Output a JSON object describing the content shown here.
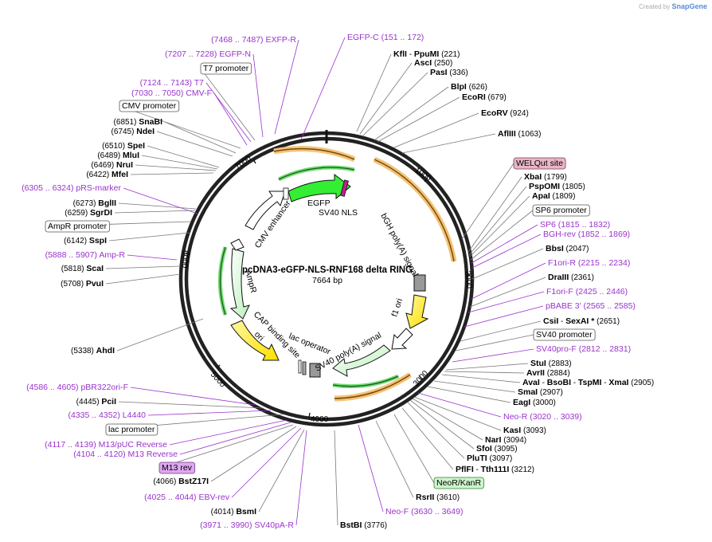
{
  "credit": {
    "prefix": "Created by",
    "brand": "SnapGene"
  },
  "plasmid": {
    "name": "pcDNA3-eGFP-NLS-RNF168 delta RING",
    "length": 7664,
    "length_label": "7664 bp"
  },
  "ticks": [
    "1000",
    "2000",
    "3000",
    "4000",
    "5000",
    "6000",
    "7000"
  ],
  "features": [
    {
      "name": "EGFP",
      "color": "#33ee33"
    },
    {
      "name": "SV40 NLS",
      "color": "#bb2288"
    },
    {
      "name": "bGH poly(A) signal",
      "color": "#999999"
    },
    {
      "name": "f1 ori",
      "color": "#ffee00"
    },
    {
      "name": "SV40 poly(A) signal",
      "color": "#ffffff"
    },
    {
      "name": "NeoR/KanR",
      "color": "#ccffcc"
    },
    {
      "name": "lac operator",
      "color": "#aaaaaa"
    },
    {
      "name": "CAP binding site",
      "color": "#ffffff"
    },
    {
      "name": "ori",
      "color": "#ffee00"
    },
    {
      "name": "AmpR",
      "color": "#ccffcc"
    },
    {
      "name": "CMV enhancer",
      "color": "#ffffff"
    }
  ],
  "labels": [
    {
      "type": "primer",
      "name": "EXFP-R",
      "range": "(7468 .. 7487)"
    },
    {
      "type": "primer",
      "name": "EGFP-C",
      "range": "(151 .. 172)"
    },
    {
      "type": "enzyme",
      "name": "KflI",
      "sep": "-",
      "name2": "PpuMI",
      "pos": "(221)"
    },
    {
      "type": "enzyme",
      "name": "AscI",
      "pos": "(250)"
    },
    {
      "type": "enzyme",
      "name": "PasI",
      "pos": "(336)"
    },
    {
      "type": "enzyme",
      "name": "BlpI",
      "pos": "(626)"
    },
    {
      "type": "enzyme",
      "name": "EcoRI",
      "pos": "(679)"
    },
    {
      "type": "enzyme",
      "name": "EcoRV",
      "pos": "(924)"
    },
    {
      "type": "enzyme",
      "name": "AflIII",
      "pos": "(1063)"
    },
    {
      "type": "primer",
      "name": "EGFP-N",
      "range": "(7207 .. 7228)"
    },
    {
      "type": "box",
      "name": "T7 promoter"
    },
    {
      "type": "primer",
      "name": "T7",
      "range": "(7124 .. 7143)"
    },
    {
      "type": "primer",
      "name": "CMV-F",
      "range": "(7030 .. 7050)"
    },
    {
      "type": "box",
      "name": "CMV promoter"
    },
    {
      "type": "enzyme",
      "name": "SnaBI",
      "pos": "(6851)"
    },
    {
      "type": "enzyme",
      "name": "NdeI",
      "pos": "(6745)"
    },
    {
      "type": "enzyme",
      "name": "SpeI",
      "pos": "(6510)"
    },
    {
      "type": "enzyme",
      "name": "MluI",
      "pos": "(6489)"
    },
    {
      "type": "enzyme",
      "name": "NruI",
      "pos": "(6469)"
    },
    {
      "type": "enzyme",
      "name": "MfeI",
      "pos": "(6422)"
    },
    {
      "type": "primer",
      "name": "pRS-marker",
      "range": "(6305 .. 6324)"
    },
    {
      "type": "enzyme",
      "name": "BglII",
      "pos": "(6273)"
    },
    {
      "type": "enzyme",
      "name": "SgrDI",
      "pos": "(6259)"
    },
    {
      "type": "box",
      "name": "AmpR promoter"
    },
    {
      "type": "enzyme",
      "name": "SspI",
      "pos": "(6142)"
    },
    {
      "type": "primer",
      "name": "Amp-R",
      "range": "(5888 .. 5907)"
    },
    {
      "type": "enzyme",
      "name": "ScaI",
      "pos": "(5818)"
    },
    {
      "type": "enzyme",
      "name": "PvuI",
      "pos": "(5708)"
    },
    {
      "type": "enzyme",
      "name": "AhdI",
      "pos": "(5338)"
    },
    {
      "type": "primer",
      "name": "pBR322ori-F",
      "range": "(4586 .. 4605)"
    },
    {
      "type": "enzyme",
      "name": "PciI",
      "pos": "(4445)"
    },
    {
      "type": "primer",
      "name": "L4440",
      "range": "(4335 .. 4352)"
    },
    {
      "type": "box",
      "name": "lac promoter"
    },
    {
      "type": "primer",
      "name": "M13/pUC Reverse",
      "range": "(4117 .. 4139)"
    },
    {
      "type": "primer",
      "name": "M13 Reverse",
      "range": "(4104 .. 4120)"
    },
    {
      "type": "boxp",
      "name": "M13 rev"
    },
    {
      "type": "enzyme",
      "name": "BstZ17I",
      "pos": "(4066)"
    },
    {
      "type": "primer",
      "name": "EBV-rev",
      "range": "(4025 .. 4044)"
    },
    {
      "type": "enzyme",
      "name": "BsmI",
      "pos": "(4014)"
    },
    {
      "type": "primer",
      "name": "SV40pA-R",
      "range": "(3971 .. 3990)"
    },
    {
      "type": "enzyme",
      "name": "BstBI",
      "pos": "(3776)"
    },
    {
      "type": "primer",
      "name": "Neo-F",
      "range": "(3630 .. 3649)"
    },
    {
      "type": "enzyme",
      "name": "RsrII",
      "pos": "(3610)"
    },
    {
      "type": "boxg",
      "name": "NeoR/KanR"
    },
    {
      "type": "enzyme",
      "name": "PflFI",
      "sep": "-",
      "name2": "Tth111I",
      "pos": "(3212)"
    },
    {
      "type": "enzyme",
      "name": "PluTI",
      "pos": "(3097)"
    },
    {
      "type": "enzyme",
      "name": "SfoI",
      "pos": "(3095)"
    },
    {
      "type": "enzyme",
      "name": "NarI",
      "pos": "(3094)"
    },
    {
      "type": "enzyme",
      "name": "KasI",
      "pos": "(3093)"
    },
    {
      "type": "primer",
      "name": "Neo-R",
      "range": "(3020 .. 3039)"
    },
    {
      "type": "enzyme",
      "name": "EagI",
      "pos": "(3000)"
    },
    {
      "type": "enzyme",
      "name": "SmaI",
      "pos": "(2907)"
    },
    {
      "type": "enzyme4",
      "name": "AvaI",
      "name2": "BsoBI",
      "name3": "TspMI",
      "name4": "XmaI",
      "pos": "(2905)"
    },
    {
      "type": "enzyme",
      "name": "AvrII",
      "pos": "(2884)"
    },
    {
      "type": "enzyme",
      "name": "StuI",
      "pos": "(2883)"
    },
    {
      "type": "primer",
      "name": "SV40pro-F",
      "range": "(2812 .. 2831)"
    },
    {
      "type": "box",
      "name": "SV40 promoter"
    },
    {
      "type": "enzyme",
      "name": "CsiI",
      "sep": "-",
      "name2": "SexAI *",
      "pos": "(2651)"
    },
    {
      "type": "primer",
      "name": "pBABE 3'",
      "range": "(2565 .. 2585)"
    },
    {
      "type": "primer",
      "name": "F1ori-F",
      "range": "(2425 .. 2446)"
    },
    {
      "type": "enzyme",
      "name": "DraIII",
      "pos": "(2361)"
    },
    {
      "type": "primer",
      "name": "F1ori-R",
      "range": "(2215 .. 2234)"
    },
    {
      "type": "enzyme",
      "name": "BbsI",
      "pos": "(2047)"
    },
    {
      "type": "primer",
      "name": "BGH-rev",
      "range": "(1852 .. 1869)"
    },
    {
      "type": "primer",
      "name": "SP6",
      "range": "(1815 .. 1832)"
    },
    {
      "type": "box",
      "name": "SP6 promoter"
    },
    {
      "type": "enzyme",
      "name": "ApaI",
      "pos": "(1809)"
    },
    {
      "type": "enzyme",
      "name": "PspOMI",
      "pos": "(1805)"
    },
    {
      "type": "enzyme",
      "name": "XbaI",
      "pos": "(1799)"
    },
    {
      "type": "boxw",
      "name": "WELQut site"
    }
  ]
}
